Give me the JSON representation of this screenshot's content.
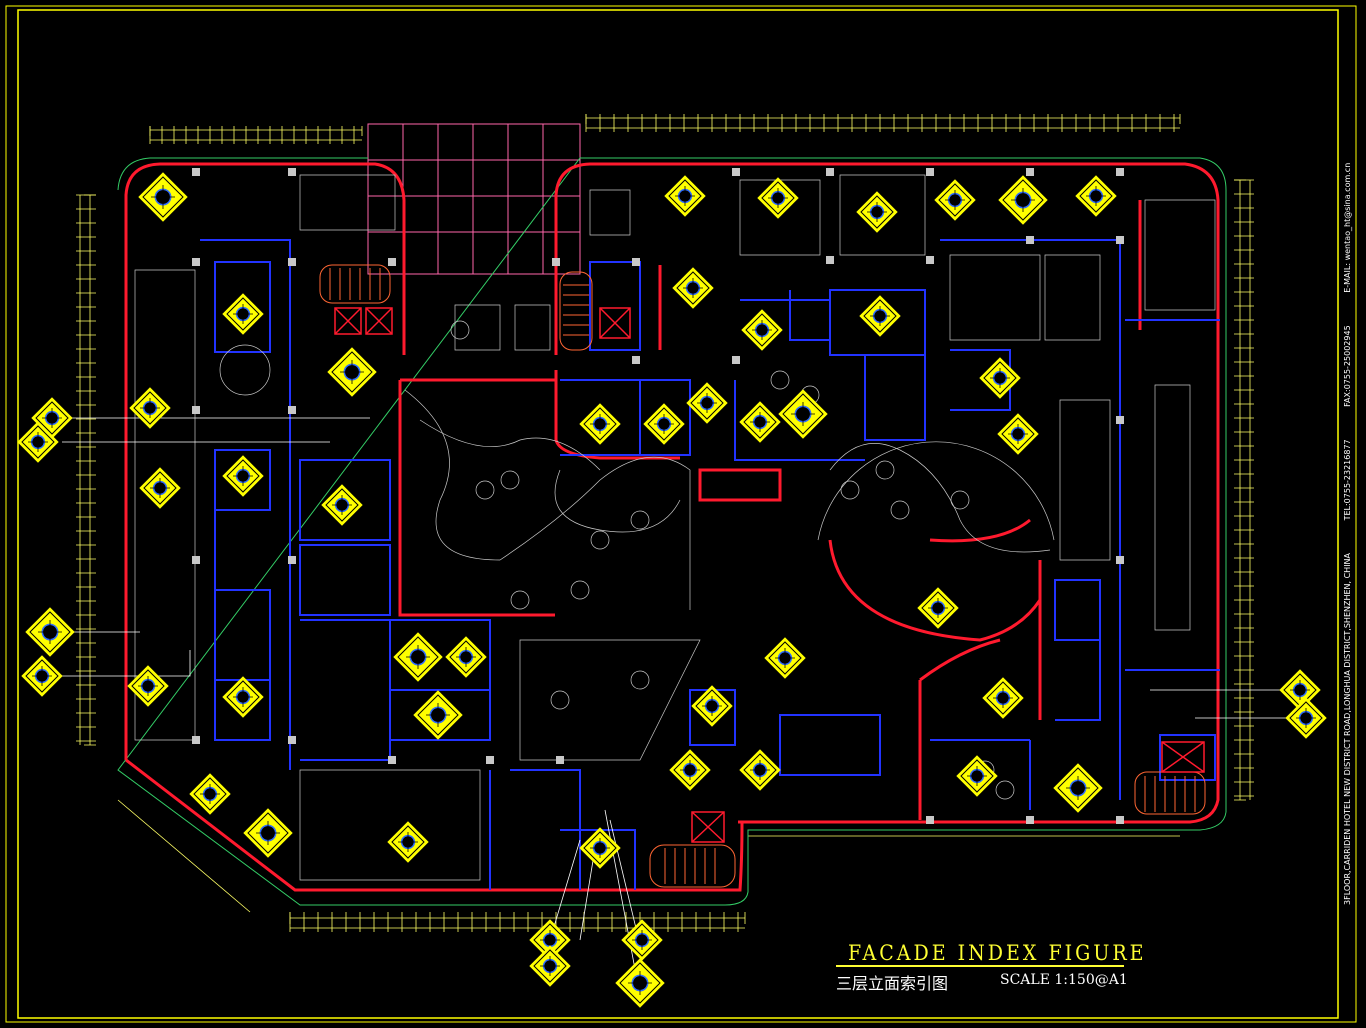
{
  "title_block": {
    "title_en": "FACADE  INDEX  FIGURE",
    "title_cn": "三层立面索引图",
    "scale": "SCALE 1:150@A1"
  },
  "side_info": {
    "address": "3FLOOR,CARRIDEN HOTEL  NEW DISTRICT ROAD,LONGHUA DISTRICT,SHENZHEN, CHINA",
    "tel": "TEL:0755-23216877",
    "fax": "FAX:0755-25002945",
    "email": "E-MAIL: wentao_ht@sina.com.cn"
  },
  "colors": {
    "wall": "#ff1a2e",
    "partition": "#2233ff",
    "detail": "#c8c8c8",
    "tag": "#ffff00",
    "dimension": "#ffff66",
    "frame": "#ffff00"
  }
}
